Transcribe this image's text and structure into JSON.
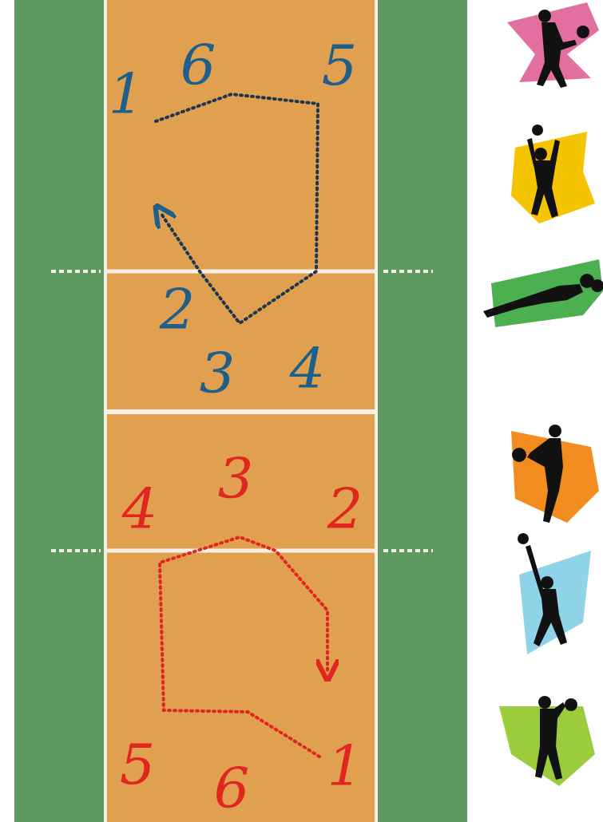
{
  "diagram": {
    "labels": [
      "1",
      "6",
      "5",
      "2",
      "3",
      "4",
      "4",
      "3",
      "2",
      "5",
      "6",
      "1"
    ]
  }
}
